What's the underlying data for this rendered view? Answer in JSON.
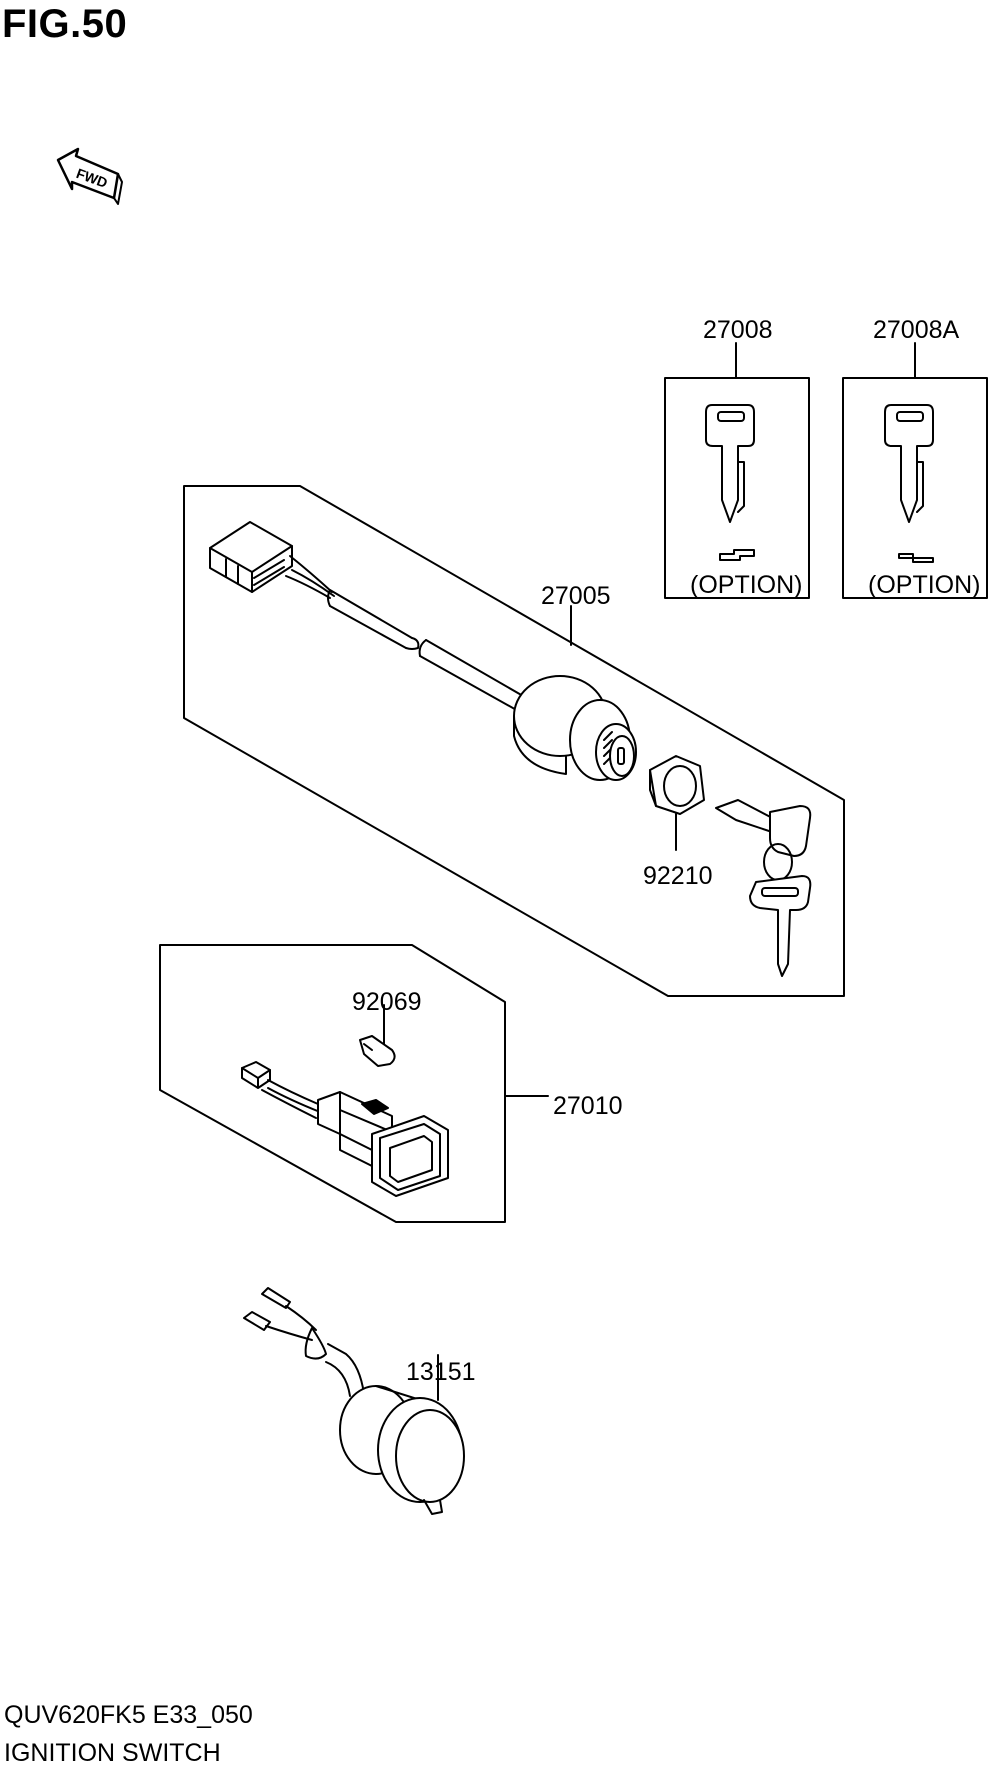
{
  "figure": {
    "title": "FIG.50"
  },
  "fwd_badge": {
    "text": "FWD"
  },
  "parts": [
    {
      "number": "27008",
      "note": "(OPTION)"
    },
    {
      "number": "27008A",
      "note": "(OPTION)"
    },
    {
      "number": "27005"
    },
    {
      "number": "92210"
    },
    {
      "number": "92069"
    },
    {
      "number": "27010"
    },
    {
      "number": "13151"
    }
  ],
  "footer": {
    "model_code": "QUV620FK5 E33_050",
    "section_name": "IGNITION SWITCH"
  }
}
